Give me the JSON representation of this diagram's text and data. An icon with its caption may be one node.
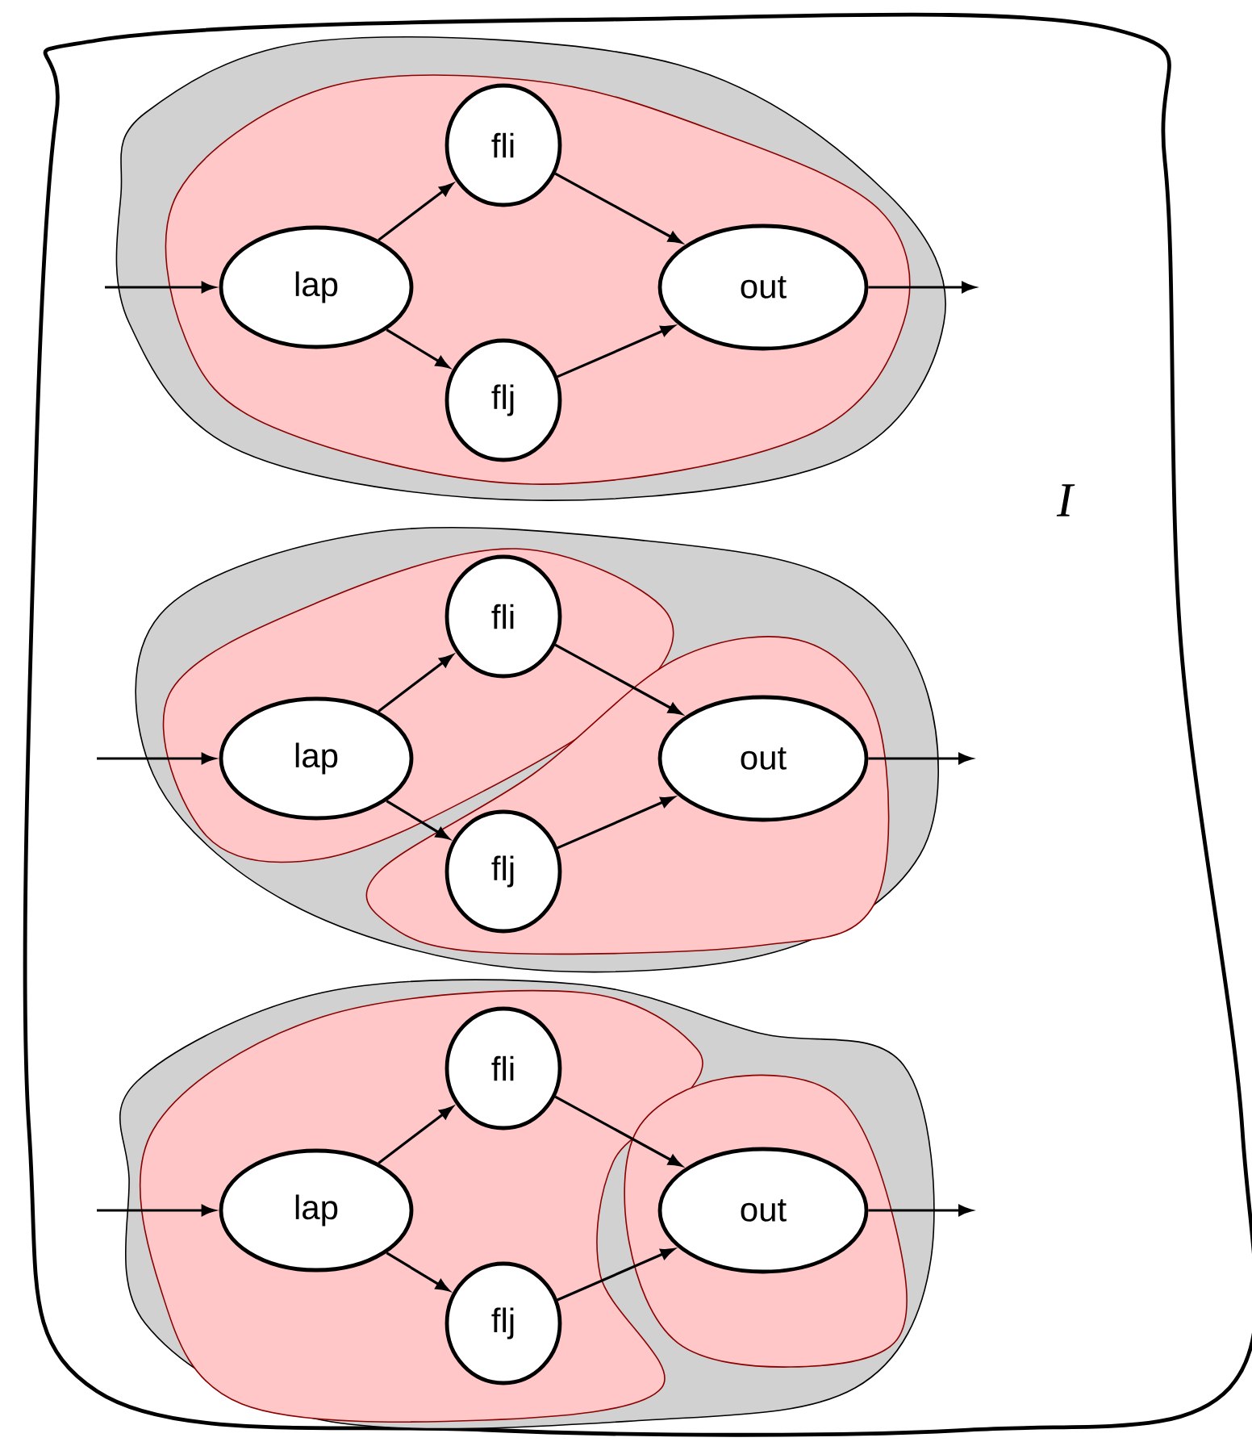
{
  "diagram": {
    "nodes": [
      {
        "text": [
          "I"
        ]
      },
      {
        "text": [],
        "shape": "blob",
        "in": 0
      },
      {
        "text": [],
        "shape": "blob",
        "in": 1
      },
      {
        "text": [
          "lap"
        ],
        "in": 2
      },
      {
        "text": [
          "fli"
        ],
        "in": 2
      },
      {
        "text": [
          "flj"
        ],
        "in": 2
      },
      {
        "text": [
          "out"
        ],
        "in": 2
      },
      {
        "text": [],
        "shape": "blob",
        "in": 0
      },
      {
        "text": [],
        "shape": "blob",
        "in": 7
      },
      {
        "text": [
          "lap"
        ],
        "in": 8
      },
      {
        "text": [
          "fli"
        ],
        "in": 8
      },
      {
        "text": [],
        "shape": "blob",
        "in": 7
      },
      {
        "text": [
          "flj"
        ],
        "in": 11
      },
      {
        "text": [
          "out"
        ],
        "in": 11
      },
      {
        "text": [],
        "shape": "blob",
        "in": 0
      },
      {
        "text": [],
        "shape": "blob",
        "in": 14
      },
      {
        "text": [
          "lap"
        ],
        "in": 15
      },
      {
        "text": [
          "fli"
        ],
        "in": 15
      },
      {
        "text": [
          "flj"
        ],
        "in": 15
      },
      {
        "text": [],
        "shape": "blob",
        "in": 14
      },
      {
        "text": [
          "out"
        ],
        "in": 19
      }
    ],
    "edges": [
      {
        "from": null,
        "to": 3,
        "arrow": "to"
      },
      {
        "from": 3,
        "to": 4,
        "arrow": "to"
      },
      {
        "from": 3,
        "to": 5,
        "arrow": "to"
      },
      {
        "from": 4,
        "to": 6,
        "arrow": "to"
      },
      {
        "from": 5,
        "to": 6,
        "arrow": "to"
      },
      {
        "from": 6,
        "to": null,
        "arrow": "to"
      },
      {
        "from": null,
        "to": 9,
        "arrow": "to"
      },
      {
        "from": 9,
        "to": 10,
        "arrow": "to"
      },
      {
        "from": 9,
        "to": 12,
        "arrow": "to"
      },
      {
        "from": 10,
        "to": 13,
        "arrow": "to"
      },
      {
        "from": 12,
        "to": 13,
        "arrow": "to"
      },
      {
        "from": 13,
        "to": null,
        "arrow": "to"
      },
      {
        "from": null,
        "to": 16,
        "arrow": "to"
      },
      {
        "from": 16,
        "to": 17,
        "arrow": "to"
      },
      {
        "from": 16,
        "to": 18,
        "arrow": "to"
      },
      {
        "from": 17,
        "to": 20,
        "arrow": "to"
      },
      {
        "from": 18,
        "to": 20,
        "arrow": "to"
      },
      {
        "from": 20,
        "to": null,
        "arrow": "to"
      }
    ]
  }
}
